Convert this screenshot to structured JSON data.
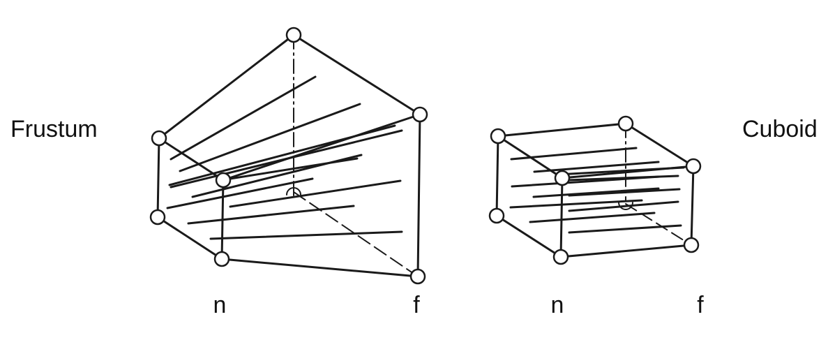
{
  "labels": {
    "frustum": "Frustum",
    "cuboid": "Cuboid",
    "frustum_near": "n",
    "frustum_far": "f",
    "cuboid_near": "n",
    "cuboid_far": "f"
  },
  "colors": {
    "stroke": "#1a1a1a",
    "vertex_fill": "#ffffff",
    "text": "#111111"
  },
  "icons": {
    "vertex": "circle-vertex-icon",
    "axis_marker": "axis-marker-icon"
  }
}
